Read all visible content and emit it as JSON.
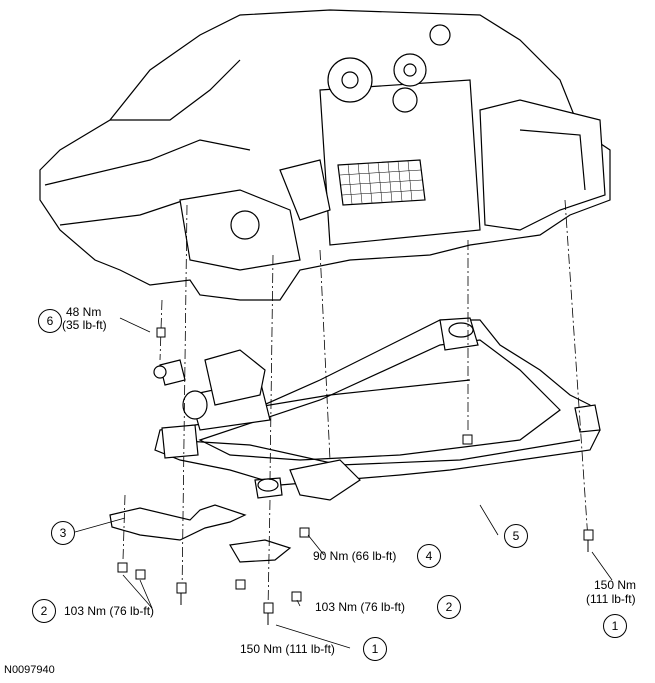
{
  "figure_code": "N0097940",
  "callouts": [
    {
      "number": "6",
      "text": "48 Nm",
      "text2": "(35 lb-ft)"
    },
    {
      "number": "3"
    },
    {
      "number": "2",
      "text": "103 Nm (76 lb-ft)"
    },
    {
      "number": "2",
      "text": "103 Nm (76 lb-ft)"
    },
    {
      "number": "4",
      "text": "90 Nm (66 lb-ft)"
    },
    {
      "number": "5"
    },
    {
      "number": "1",
      "text": "150 Nm (111 lb-ft)"
    },
    {
      "number": "1",
      "text": "150 Nm",
      "text2": "(111 lb-ft)"
    }
  ]
}
